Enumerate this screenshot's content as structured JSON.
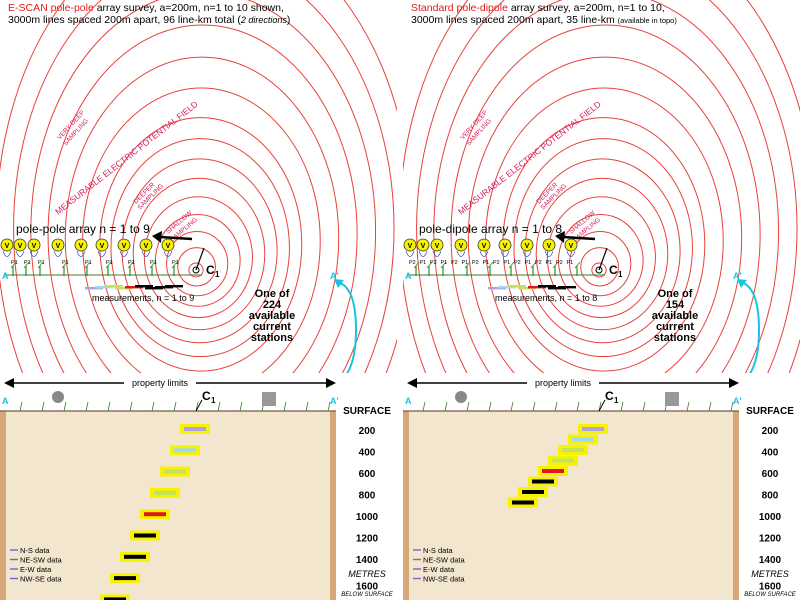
{
  "panels": [
    {
      "id": "left",
      "title": {
        "red": "E-SCAN pole-pole",
        "line1_rest": " array survey, a=200m, n=1 to 10 shown,",
        "line2_main": "3000m lines spaced 200m apart, 96 line-km total (",
        "line2_note": "2 directions",
        "line2_end": ")"
      },
      "array_label": "pole-pole array  n = 1 to 9",
      "meas_label": "measurements,  n = 1 to 9",
      "stations_text": [
        "One of",
        "224",
        "available",
        "current",
        "stations"
      ],
      "electrode_labels": [
        "P1",
        "P1",
        "P1",
        "P1",
        "P1",
        "P1",
        "P1",
        "P1",
        "P1"
      ],
      "bars": [
        {
          "color": "#b0a0e0"
        },
        {
          "color": "#a0d8ee"
        },
        {
          "color": "#c8e060"
        },
        {
          "color": "#c8e060"
        },
        {
          "color": "#e01818"
        },
        {
          "color": "#000000"
        },
        {
          "color": "#000000"
        },
        {
          "color": "#000000"
        },
        {
          "color": "#000000"
        },
        {
          "color": "#000000"
        }
      ]
    },
    {
      "id": "right",
      "title": {
        "red": "Standard pole-dipole",
        "line1_rest": " array survey, a=200m, n=1 to 10,",
        "line2_main": "3000m lines spaced 200m apart, 35 line-km ",
        "line2_note": "(available in topo)",
        "line2_end": ""
      },
      "array_label": "pole-dipole array  n = 1 to 8",
      "meas_label": "measurements,    n = 1 to 8",
      "stations_text": [
        "One of",
        "154",
        "available",
        "current",
        "stations"
      ],
      "electrode_labels": [
        "P2",
        "P1",
        "P2",
        "P1",
        "P2",
        "P1",
        "P2",
        "P1",
        "P2",
        "P1",
        "P2",
        "P1",
        "P2",
        "P1",
        "P2",
        "P1"
      ],
      "bars": [
        {
          "color": "#b0a0e0"
        },
        {
          "color": "#a0d8ee"
        },
        {
          "color": "#c8e060"
        },
        {
          "color": "#c8e060"
        },
        {
          "color": "#e01818"
        },
        {
          "color": "#000000"
        },
        {
          "color": "#000000"
        },
        {
          "color": "#000000"
        }
      ]
    }
  ],
  "common": {
    "field_label": "MEASURABLE ELECTRIC POTENTIAL FIELD",
    "very_deep": [
      "VERY DEEP",
      "SAMPLING"
    ],
    "deeper": [
      "DEEPER",
      "SAMPLING"
    ],
    "shallow": [
      "SHALLOW",
      "SAMPLING"
    ],
    "current_label": "C",
    "current_sub": "1",
    "voltmeter": "V",
    "line_end": "A'",
    "line_start": "A",
    "property_limits": "property limits",
    "surface": "SURFACE",
    "depths": [
      "200",
      "400",
      "600",
      "800",
      "1000",
      "1200",
      "1400",
      "1600"
    ],
    "metres": "METRES",
    "below_surface": "BELOW SURFACE",
    "legend": [
      "N-S data",
      "NE-SW data",
      "E-W data",
      "NW-SE data"
    ]
  },
  "colors": {
    "contour": "#e8413a",
    "title_red": "#e41a1a",
    "magenta": "#d81b60",
    "cyan": "#19c3e6",
    "soil": "#f3e6cf",
    "soil_edge": "#d7a77a",
    "yellow": "#f6f200",
    "legend_purple": "#7a60d0"
  }
}
